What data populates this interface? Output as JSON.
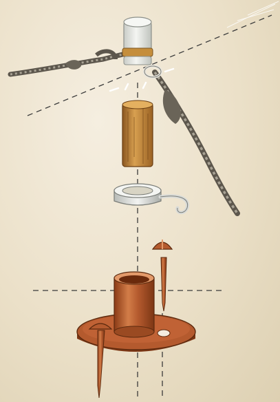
{
  "illustration": {
    "subject": "exploded-view-tent-pole-fitting",
    "parts": [
      "transparent-cap",
      "guy-rope-ring",
      "guy-rope-left",
      "guy-rope-right",
      "wooden-pole-section",
      "hook-ring",
      "copper-base-plate",
      "copper-socket-tube",
      "copper-peg-standing",
      "copper-peg-inserted"
    ],
    "colors": {
      "background": "#ebe0c8",
      "copper": "#b45a2e",
      "copper_dark": "#7c3614",
      "copper_light": "#e39a6a",
      "wood": "#c68a3a",
      "wood_dark": "#8a5620",
      "rope": "#6a6458",
      "rope_light": "#a8a294",
      "metal": "#d9dbd8",
      "guide_line": "#3a3a3a"
    }
  }
}
